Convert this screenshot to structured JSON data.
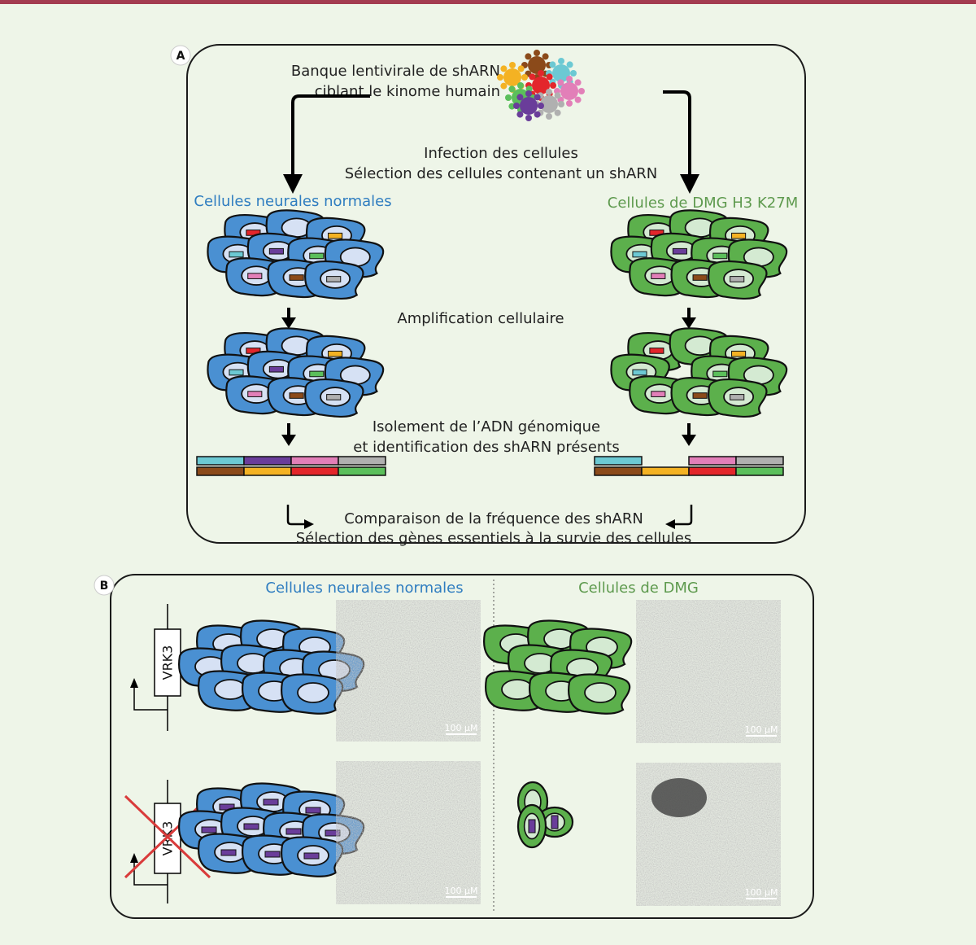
{
  "colors": {
    "top_bar": "#a33c50",
    "background": "#eef5e8",
    "normal_cell": "#4a90d2",
    "normal_nucleus": "#d6e1f4",
    "dmg_cell": "#5cb04c",
    "dmg_nucleus": "#d4ead2",
    "normal_label": "#2f7dc0",
    "dmg_label": "#5e9a4e",
    "knockdown_cross": "#d93b3b"
  },
  "panel_a": {
    "letter": "A",
    "library_line1": "Banque lentivirale de shARN",
    "library_line2": "ciblant le kinome humain",
    "infection_line1": "Infection des cellules",
    "infection_line2": "Sélection des cellules contenant un shARN",
    "normal_label": "Cellules neurales normales",
    "dmg_label": "Cellules de DMG H3 K27M",
    "amplification": "Amplification cellulaire",
    "isolation_line1": "Isolement de l’ADN génomique",
    "isolation_line2": "et identification des shARN présents",
    "comparison_line1": "Comparaison de la fréquence des shARN",
    "comparison_line2": "Sélection des gènes essentiels à la survie des cellules"
  },
  "panel_b": {
    "letter": "B",
    "normal_label": "Cellules neurales normales",
    "dmg_label": "Cellules de DMG",
    "gene": "VRK3",
    "scale_bar": "100 µM"
  }
}
